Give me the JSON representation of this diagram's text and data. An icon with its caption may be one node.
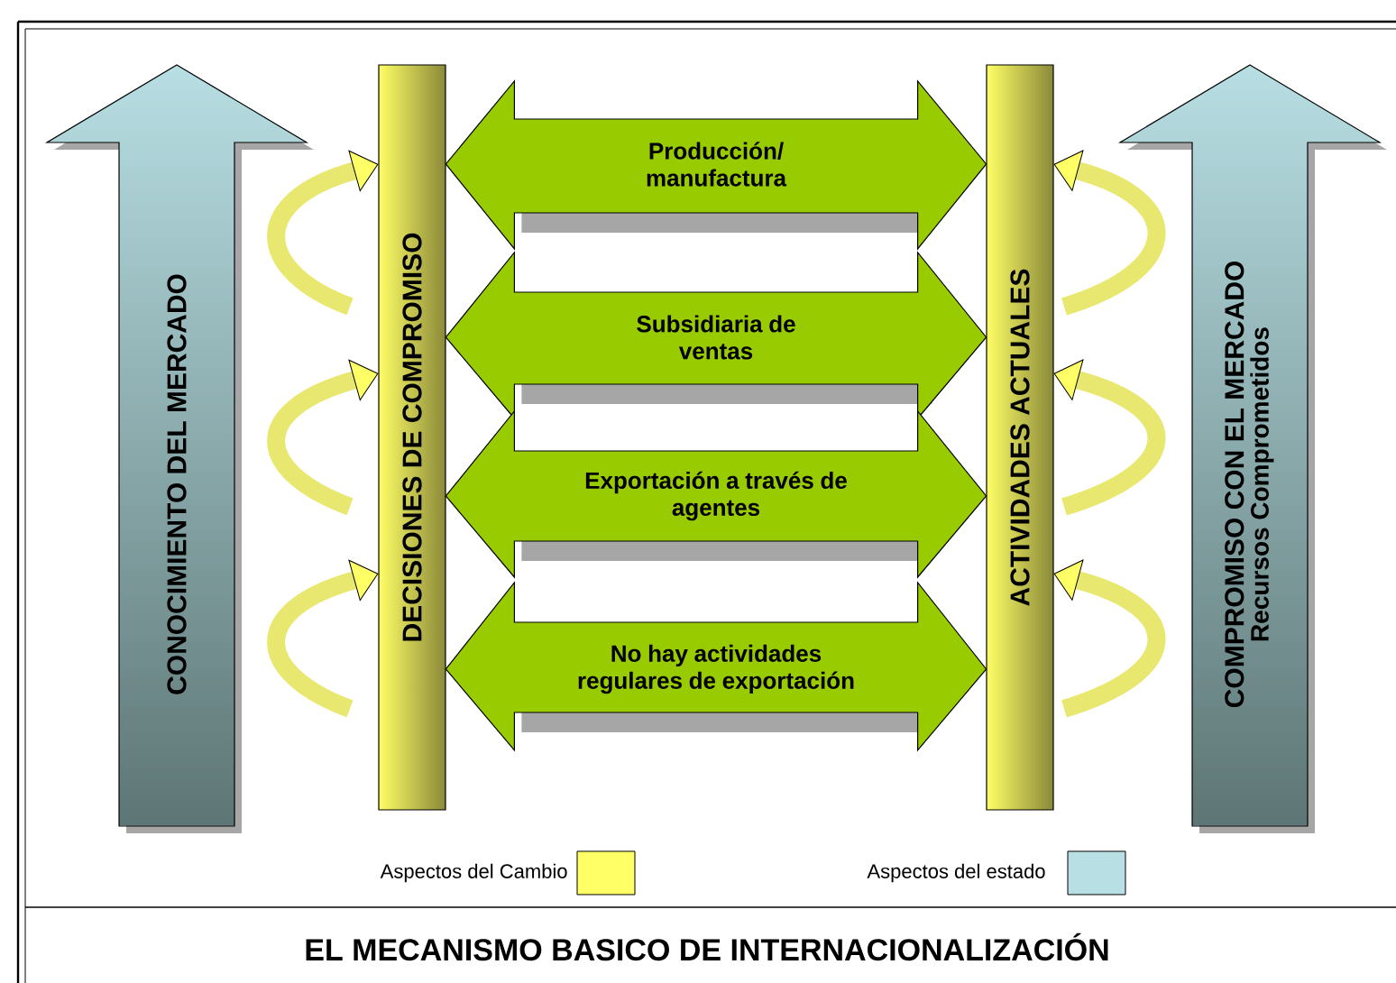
{
  "diagram": {
    "title": "EL MECANISMO BASICO DE INTERNACIONALIZACIÓN",
    "nodes": [
      {
        "text": [
          "CONOCIMIENTO DEL MERCADO"
        ]
      },
      {
        "text": [
          "DECISIONES DE COMPROMISO"
        ]
      },
      {
        "text": [
          "ACTIVIDADES ACTUALES"
        ]
      },
      {
        "text": [
          "COMPROMISO CON EL MERCADO",
          "Recursos Comprometidos"
        ]
      }
    ],
    "edges": [
      {
        "from": null,
        "to": 1,
        "arrow": "to"
      },
      {
        "from": null,
        "to": 1,
        "arrow": "to"
      },
      {
        "from": null,
        "to": 1,
        "arrow": "to"
      },
      {
        "from": null,
        "to": 2,
        "arrow": "to"
      },
      {
        "from": null,
        "to": 2,
        "arrow": "to"
      },
      {
        "from": null,
        "to": 2,
        "arrow": "to"
      },
      {
        "from": 1,
        "to": 2,
        "arrow": "both",
        "label": "Producción/ manufactura"
      },
      {
        "from": 1,
        "to": 2,
        "arrow": "both",
        "label": "Subsidiaria de ventas"
      },
      {
        "from": 1,
        "to": 2,
        "arrow": "both",
        "label": "Exportación a través de agentes"
      },
      {
        "from": 1,
        "to": 2,
        "arrow": "both",
        "label": "No hay actividades regulares de exportación"
      }
    ],
    "legend": [
      {
        "text": "Aspectos del Cambio",
        "color": "#ffff66"
      },
      {
        "text": "Aspectos del estado",
        "color": "#b8dfe4"
      }
    ]
  }
}
